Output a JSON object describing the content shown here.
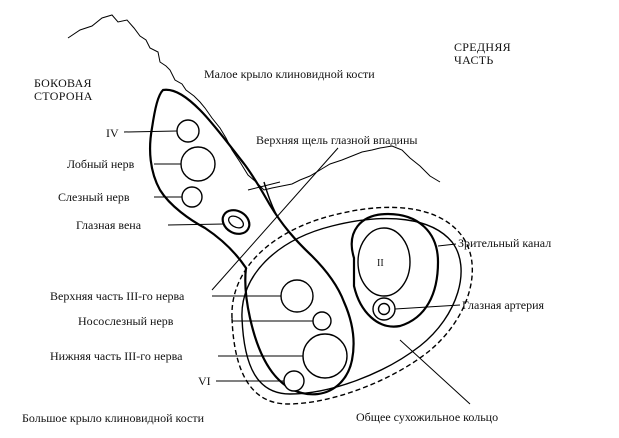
{
  "labels": {
    "lateral_side": [
      "БОКОВАЯ",
      "СТОРОНА"
    ],
    "medial_part": [
      "СРЕДНЯЯ",
      "ЧАСТЬ"
    ],
    "lesser_wing": "Малое крыло клиновидной кости",
    "superior_orbital_fissure": "Верхняя щель глазной впадины",
    "nerve_iv": "IV",
    "frontal_nerve": "Лобный нерв",
    "lacrimal_nerve": "Слезный нерв",
    "ophthalmic_vein": "Глазная вена",
    "optic_canal": "Зрительный канал",
    "optic_nerve_ii": "II",
    "ophthalmic_artery": "Глазная артерия",
    "superior_iii": "Верхняя часть III-го нерва",
    "nasociliary_nerve": "Носослезный нерв",
    "inferior_iii": "Нижняя часть III-го нерва",
    "nerve_vi": "VI",
    "greater_wing": "Большое крыло клиновидной кости",
    "common_tendinous_ring": "Общее сухожильное кольцо"
  }
}
